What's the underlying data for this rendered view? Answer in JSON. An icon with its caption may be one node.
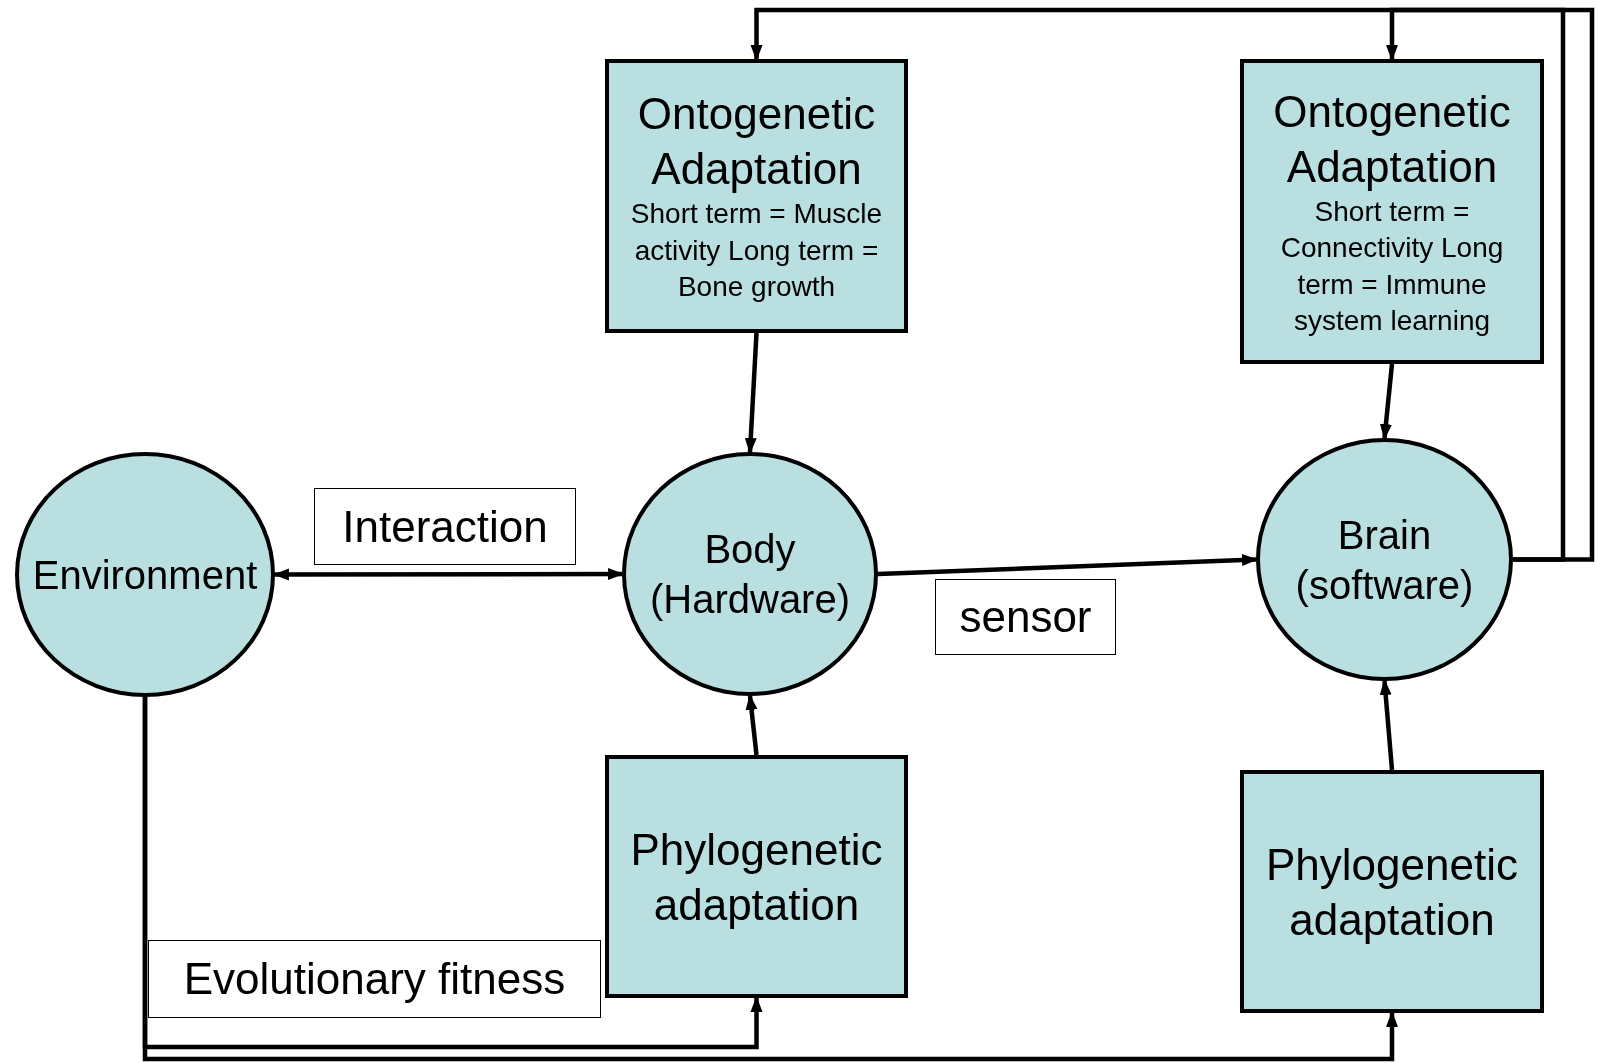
{
  "diagram": {
    "nodes": [
      {
        "text": [
          "Environment"
        ]
      },
      {
        "text": [
          "Ontogenetic Adaptation",
          "Short term = Muscle activity Long term = Bone growth"
        ]
      },
      {
        "text": [
          "Ontogenetic Adaptation",
          "Short term = Connectivity Long term = Immune system learning"
        ]
      },
      {
        "text": [
          "Body (Hardware)"
        ]
      },
      {
        "text": [
          "Brain (software)"
        ]
      },
      {
        "text": [
          "Phylogenetic adaptation"
        ]
      },
      {
        "text": [
          "Phylogenetic adaptation"
        ]
      }
    ],
    "edges": [
      {
        "from": 0,
        "to": 3,
        "arrow": "both",
        "label": "Interaction"
      },
      {
        "from": 3,
        "to": 4,
        "arrow": "to",
        "label": "sensor"
      },
      {
        "from": 1,
        "to": 3,
        "arrow": "to"
      },
      {
        "from": 2,
        "to": 4,
        "arrow": "to"
      },
      {
        "from": 5,
        "to": 3,
        "arrow": "to"
      },
      {
        "from": 6,
        "to": 4,
        "arrow": "to"
      },
      {
        "from": 4,
        "to": 1,
        "arrow": "to"
      },
      {
        "from": 4,
        "to": 2,
        "arrow": "to"
      },
      {
        "from": 0,
        "to": 5,
        "arrow": "to",
        "label": "Evolutionary fitness"
      },
      {
        "from": 0,
        "to": 6,
        "arrow": "to"
      }
    ]
  }
}
